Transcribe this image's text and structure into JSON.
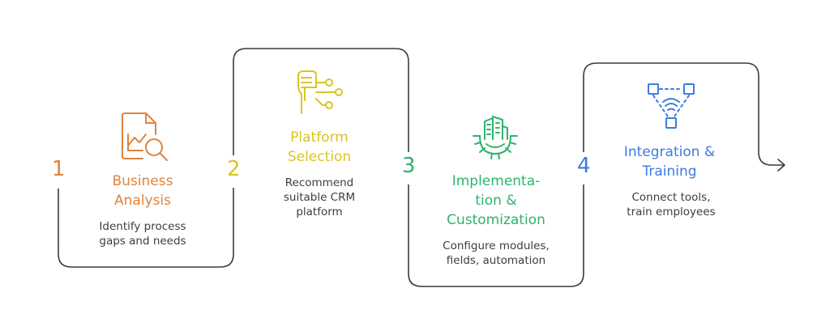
{
  "colors": {
    "step1": "#e0833a",
    "step2": "#d9c524",
    "step3": "#2fb36d",
    "step4": "#3d7be0",
    "path": "#3a3a3a",
    "text": "#3d3d3d"
  },
  "steps": [
    {
      "number": "1",
      "title_lines": [
        "Business",
        "Analysis"
      ],
      "desc_lines": [
        "Identify process",
        "gaps and needs"
      ],
      "icon": "document-analysis-icon"
    },
    {
      "number": "2",
      "title_lines": [
        "Platform",
        "Selection"
      ],
      "desc_lines": [
        "Recommend",
        "suitable CRM",
        "platform"
      ],
      "icon": "hand-circuit-icon"
    },
    {
      "number": "3",
      "title_lines": [
        "Implementa-",
        "tion &",
        "Customization"
      ],
      "desc_lines": [
        "Configure modules,",
        "fields, automation"
      ],
      "icon": "gear-building-icon"
    },
    {
      "number": "4",
      "title_lines": [
        "Integration &",
        "Training"
      ],
      "desc_lines": [
        "Connect tools,",
        "train employees"
      ],
      "icon": "wireless-network-icon"
    }
  ]
}
